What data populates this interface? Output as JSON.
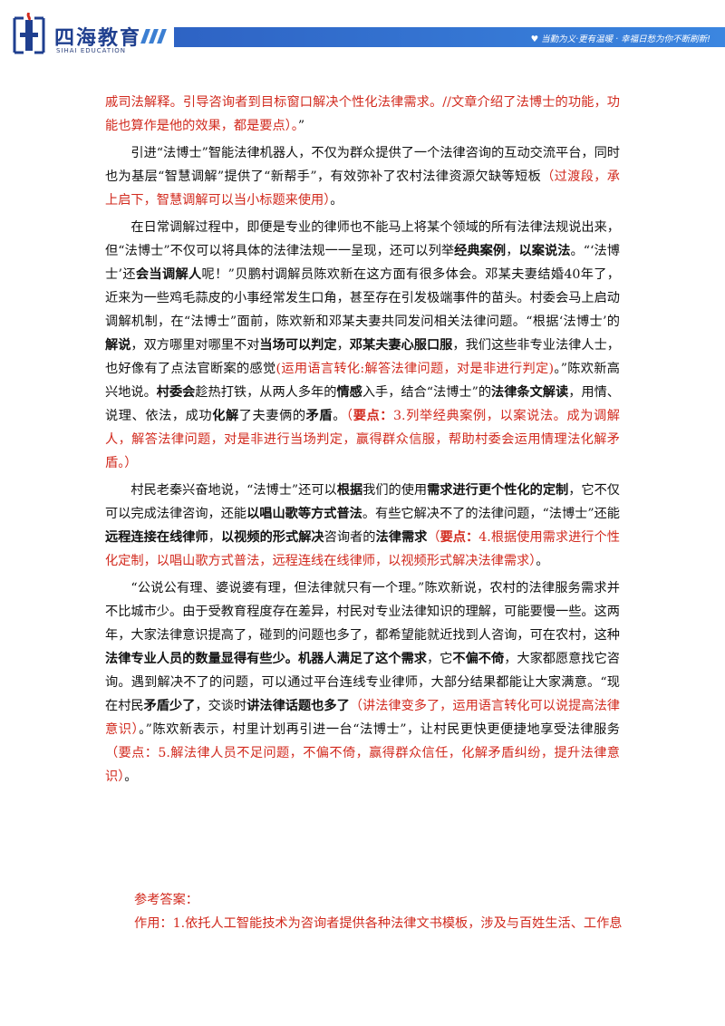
{
  "header": {
    "brand_cn": "四海教育",
    "brand_en": "SIHAI EDUCATION",
    "slogan": "♥ 当勤为义·更有温暖 · 幸福日愁为你不断刷新!"
  },
  "paragraphs": [
    [
      {
        "t": "戚司法解释。引导咨询者到目标窗口解决个性化法律需求。//文章介绍了法博士的功能，功能也算作是他的效果，都是要点）。",
        "c": "red"
      },
      {
        "t": "”"
      }
    ],
    [
      {
        "t": "引进“法博士”智能法律机器人，不仅为群众提供了一个法律咨询的互动交流平台，同时也为基层“智慧调解”提供了“新帮手”，有效弥补了农村法律资源欠缺等短板"
      },
      {
        "t": "（过渡段，承上启下，智慧调解可以当小标题来使用）",
        "c": "red"
      },
      {
        "t": "。"
      }
    ],
    [
      {
        "t": "在日常调解过程中，即便是专业的律师也不能马上将某个领域的所有法律法规说出来，但“法博士”不仅可以将具体的法律法规一一呈现，还可以列举"
      },
      {
        "t": "经典案例",
        "b": true
      },
      {
        "t": "，"
      },
      {
        "t": "以案说法",
        "b": true
      },
      {
        "t": "。“‘法博士’还"
      },
      {
        "t": "会当调解人",
        "b": true
      },
      {
        "t": "呢！”贝鹏村调解员陈欢新在这方面有很多体会。邓某夫妻结婚40年了，近来为一些鸡毛蒜皮的小事经常发生口角，甚至存在引发极端事件的苗头。村委会马上启动调解机制，在“法博士”面前，陈欢新和邓某夫妻共同发问相关法律问题。“根据‘法博士’的"
      },
      {
        "t": "解说",
        "b": true
      },
      {
        "t": "，双方哪里对哪里不对"
      },
      {
        "t": "当场可以判定",
        "b": true
      },
      {
        "t": "，"
      },
      {
        "t": "邓某夫妻心服口服",
        "b": true
      },
      {
        "t": "，我们这些非专业法律人士，也好像有了点法官断案的感觉"
      },
      {
        "t": "(运用语言转化:解答法律问题，对是非进行判定)",
        "c": "red"
      },
      {
        "t": "。”陈欢新高兴地说。"
      },
      {
        "t": "村委会",
        "b": true
      },
      {
        "t": "趁热打铁，从两人多年的"
      },
      {
        "t": "情感",
        "b": true
      },
      {
        "t": "入手，结合“法博士”的"
      },
      {
        "t": "法律条文解读",
        "b": true
      },
      {
        "t": "，用情、说理、依法，成功"
      },
      {
        "t": "化解",
        "b": true
      },
      {
        "t": "了夫妻俩的"
      },
      {
        "t": "矛盾",
        "b": true
      },
      {
        "t": "。"
      },
      {
        "t": "（",
        "c": "red"
      },
      {
        "t": "要点：",
        "c": "red",
        "b": true
      },
      {
        "t": "3.列举经典案例，以案说法。成为调解人，解答法律问题，对是非进行当场判定，赢得群众信服，帮助村委会运用情理法化解矛盾。）",
        "c": "red"
      }
    ],
    [
      {
        "t": "村民老秦兴奋地说，“法博士”还可以"
      },
      {
        "t": "根据",
        "b": true
      },
      {
        "t": "我们的使用"
      },
      {
        "t": "需求进行更个性化的定制",
        "b": true
      },
      {
        "t": "，它不仅可以完成法律咨询，还能"
      },
      {
        "t": "以唱山歌等方式普法",
        "b": true
      },
      {
        "t": "。有些它解决不了的法律问题，“法博士”还能"
      },
      {
        "t": "远程连接在线律师",
        "b": true
      },
      {
        "t": "，"
      },
      {
        "t": "以视频的形式解决",
        "b": true
      },
      {
        "t": "咨询者的"
      },
      {
        "t": "法律需求",
        "b": true
      },
      {
        "t": "（",
        "c": "red"
      },
      {
        "t": "要点：",
        "c": "red",
        "b": true
      },
      {
        "t": "4.根据使用需求进行个性化定制，以唱山歌方式普法，远程连线在线律师，以视频形式解决法律需求）",
        "c": "red"
      },
      {
        "t": "。"
      }
    ],
    [
      {
        "t": "“公说公有理、婆说婆有理，但法律就只有一个理。”陈欢新说，农村的法律服务需求并不比城市少。由于受教育程度存在差异，村民对专业法律知识的理解，可能要慢一些。这两年，大家法律意识提高了，碰到的问题也多了，都希望能就近找到人咨询，可在农村，这种"
      },
      {
        "t": "法律专业人员的数量显得有些少。机器人满足了这个需求",
        "b": true
      },
      {
        "t": "，它"
      },
      {
        "t": "不偏不倚",
        "b": true
      },
      {
        "t": "，大家都愿意找它咨询。遇到解决不了的问题，可以通过平台连线专业律师，大部分结果都能让大家满意。“现在村民"
      },
      {
        "t": "矛盾少了",
        "b": true
      },
      {
        "t": "，交谈时"
      },
      {
        "t": "讲法律话题也多了",
        "b": true
      },
      {
        "t": "（讲法律变多了，运用语言转化可以说提高法律意识）",
        "c": "red"
      },
      {
        "t": "。”陈欢新表示，村里计划再引进一台“法博士”，让村民更快更便捷地享受法律服务"
      },
      {
        "t": "（要点：5.解法律人员不足问题，不偏不倚，赢得群众信任，化解矛盾纠纷，提升法律意识）",
        "c": "red"
      },
      {
        "t": "。"
      }
    ]
  ],
  "answer": {
    "title": "参考答案：",
    "line1": "作用：1.依托人工智能技术为咨询者提供各种法律文书模板，涉及与百姓生活、工作息"
  }
}
